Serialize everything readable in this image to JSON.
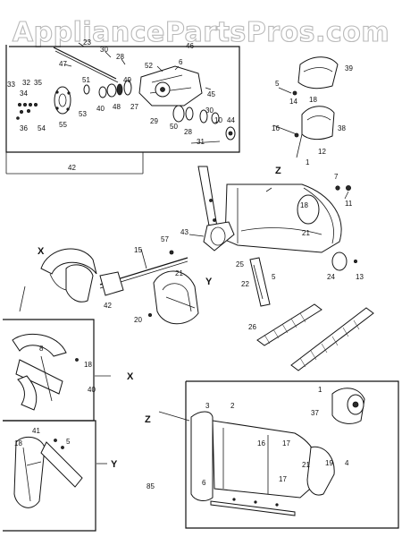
{
  "watermark": "AppliancePartsPros.com",
  "page_code": "85",
  "assembly_letters": {
    "z_main": "Z",
    "x_left": "X",
    "y_center": "Y",
    "x_inset": "X",
    "y_inset": "Y",
    "z_inset": "Z"
  },
  "callouts": {
    "c23": "23",
    "c47": "47",
    "c30a": "30",
    "c28a": "28",
    "c46": "46",
    "c52": "52",
    "c6": "6",
    "c45": "45",
    "c51": "51",
    "c49": "49",
    "c33": "33",
    "c32": "32",
    "c35": "35",
    "c34": "34",
    "c36": "36",
    "c54": "54",
    "c55": "55",
    "c53": "53",
    "c40": "40",
    "c48": "48",
    "c27": "27",
    "c29": "29",
    "c50": "50",
    "c28b": "28",
    "c30b": "30",
    "c10": "10",
    "c44": "44",
    "c31": "31",
    "c42a": "42",
    "c5a": "5",
    "c39": "39",
    "c14": "14",
    "c18a": "18",
    "c16": "16",
    "c38": "38",
    "c12": "12",
    "c1a": "1",
    "c7": "7",
    "c11": "11",
    "c43": "43",
    "c57": "57",
    "c15": "15",
    "c21a": "21",
    "c42b": "42",
    "c20": "20",
    "c25": "25",
    "c5b": "5",
    "c22": "22",
    "c24": "24",
    "c13": "13",
    "c26": "26",
    "c8": "8",
    "c18b": "18",
    "c40b": "40",
    "c41": "41",
    "c18c": "18",
    "c5c": "5",
    "c3": "3",
    "c2": "2",
    "c1b": "1",
    "c37": "37",
    "c16b": "16",
    "c17a": "17",
    "c21b": "21",
    "c19": "19",
    "c4": "4",
    "c17b": "17",
    "c6b": "6"
  }
}
